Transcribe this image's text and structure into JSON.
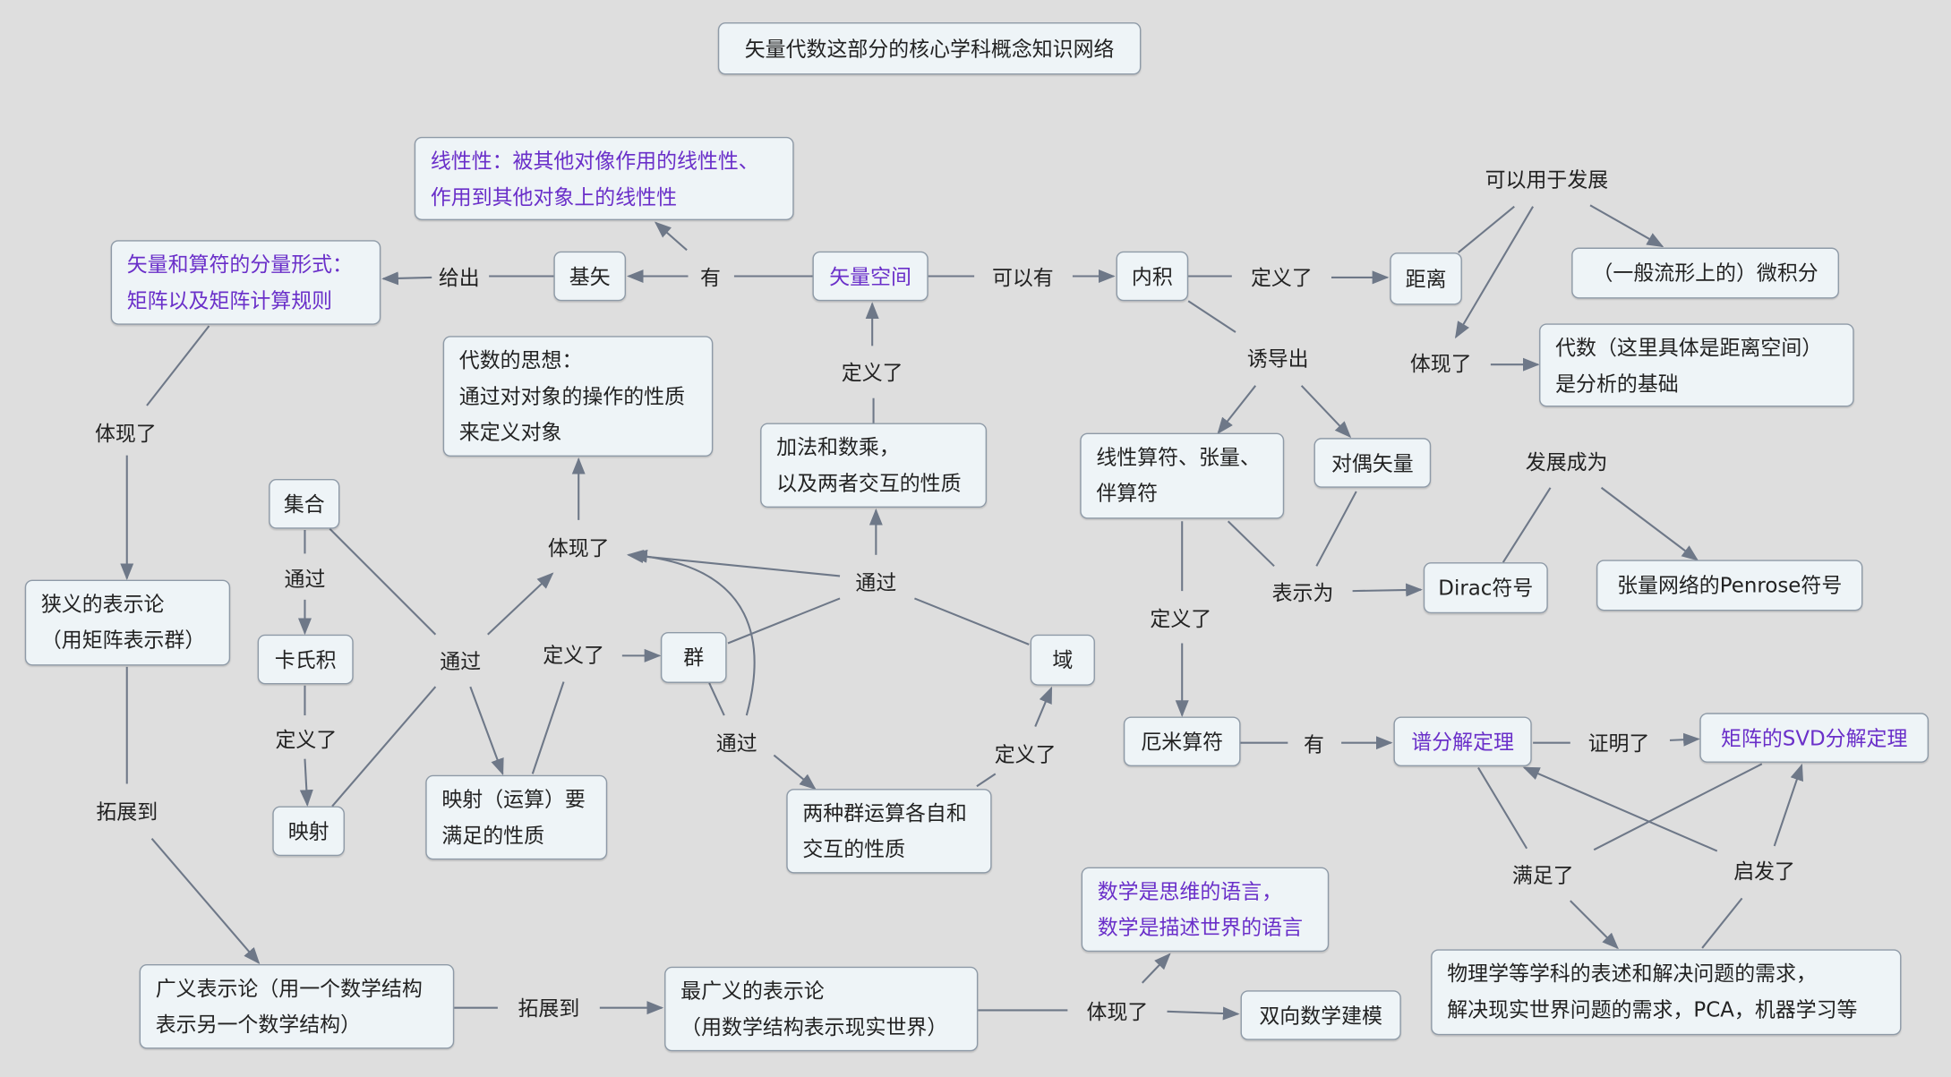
{
  "title": "矢量代数这部分的核心学科概念知识网络",
  "nodes": {
    "linearity": [
      "线性性：被其他对像作用的线性性、",
      "作用到其他对象上的线性性"
    ],
    "component_form": [
      "矢量和算符的分量形式：",
      "矩阵以及矩阵计算规则"
    ],
    "basis": "基矢",
    "vector_space": "矢量空间",
    "inner_product": "内积",
    "distance": "距离",
    "calculus": "（一般流形上的）微积分",
    "algebra_analysis": [
      "代数（这里具体是距离空间）",
      "是分析的基础"
    ],
    "operators": [
      "线性算符、张量、",
      "伴算符"
    ],
    "dual_vector": "对偶矢量",
    "dirac": "Dirac符号",
    "penrose": "张量网络的Penrose符号",
    "hermitian": "厄米算符",
    "spectral": "谱分解定理",
    "svd": "矩阵的SVD分解定理",
    "physics_needs": [
      "物理学等学科的表述和解决问题的需求，",
      "解决现实世界问题的需求，PCA，机器学习等"
    ],
    "math_language": [
      "数学是思维的语言，",
      "数学是描述世界的语言"
    ],
    "modeling": "双向数学建模",
    "broadest_rep": [
      "最广义的表示论",
      "（用数学结构表示现实世界）"
    ],
    "general_rep": [
      "广义表示论（用一个数学结构",
      "表示另一个数学结构）"
    ],
    "narrow_rep": [
      "狭义的表示论",
      "（用矩阵表示群）"
    ],
    "algebra_idea": [
      "代数的思想：",
      "通过对对象的操作的性质",
      "来定义对象"
    ],
    "add_scalar": [
      "加法和数乘，",
      "以及两者交互的性质"
    ],
    "set": "集合",
    "cartesian": "卡氏积",
    "mapping": "映射",
    "group": "群",
    "mapping_props": [
      "映射（运算）要",
      "满足的性质"
    ],
    "group_ops": [
      "两种群运算各自和",
      "交互的性质"
    ],
    "field": "域"
  },
  "labels": {
    "gives": "给出",
    "has1": "有",
    "can_have": "可以有",
    "defines1": "定义了",
    "can_develop": "可以用于发展",
    "embodies_r": "体现了",
    "induces": "诱导出",
    "develops_into": "发展成为",
    "represents_as": "表示为",
    "defines2": "定义了",
    "has2": "有",
    "proves": "证明了",
    "satisfies": "满足了",
    "inspires": "启发了",
    "embodies_b": "体现了",
    "extends_b": "拓展到",
    "extends_l": "拓展到",
    "embodies_l": "体现了",
    "embodies_m": "体现了",
    "defines_vs": "定义了",
    "via_m": "通过",
    "via_set": "通过",
    "defines_cart": "定义了",
    "via_l": "通过",
    "defines_group": "定义了",
    "via_g": "通过",
    "defines_field": "定义了"
  }
}
